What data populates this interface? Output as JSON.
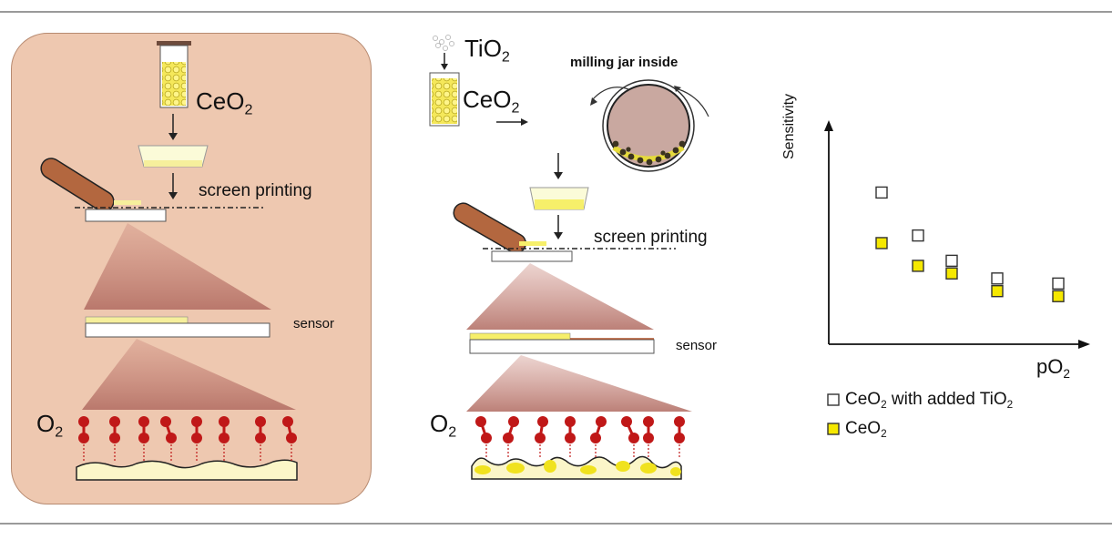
{
  "panel_left": {
    "ceo2_chem": "CeO",
    "ceo2_sub": "2",
    "step_screen_printing": "screen printing",
    "step_sensor": "sensor",
    "o2_chem": "O",
    "o2_sub": "2"
  },
  "panel_middle": {
    "tio2_chem": "TiO",
    "tio2_sub": "2",
    "ceo2_chem": "CeO",
    "ceo2_sub": "2",
    "milling_label": "milling jar inside",
    "step_screen_printing": "screen printing",
    "step_sensor": "sensor",
    "o2_chem": "O",
    "o2_sub": "2"
  },
  "chart_data": {
    "type": "scatter",
    "ylabel": "Sensitivity",
    "xlabel_chem": "pO",
    "xlabel_sub": "2",
    "series": [
      {
        "name_pre": "CeO",
        "name_sub": "2",
        "name_post": " with added TiO",
        "name_sub2": "2",
        "marker": "open-square",
        "x": [
          1,
          2,
          3,
          4,
          5
        ],
        "y": [
          0.6,
          0.43,
          0.33,
          0.26,
          0.24
        ]
      },
      {
        "name_pre": "CeO",
        "name_sub": "2",
        "name_post": "",
        "name_sub2": "",
        "marker": "yellow-square",
        "x": [
          1,
          2,
          3,
          4,
          5
        ],
        "y": [
          0.4,
          0.31,
          0.28,
          0.21,
          0.19
        ]
      }
    ],
    "xlim": [
      0,
      5.8
    ],
    "ylim": [
      0,
      0.85
    ]
  },
  "colors": {
    "panel_bg": "#eec8b0",
    "chart_bg": "#fdf3f3",
    "molecule": "#c01818",
    "powder": "#f5e85a"
  }
}
